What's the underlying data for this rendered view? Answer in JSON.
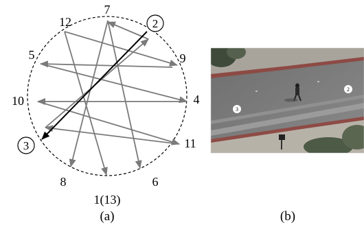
{
  "figure": {
    "diagram": {
      "caption": "(a)",
      "node_labels": [
        "1(13)",
        "2",
        "3",
        "4",
        "5",
        "6",
        "7",
        "8",
        "9",
        "10",
        "11",
        "12"
      ],
      "circled_nodes": [
        "2",
        "3"
      ],
      "highlight_arrow": {
        "from": "2",
        "to": "3",
        "color": "#000000"
      },
      "arrow_color": "#7a7a7a"
    },
    "photo": {
      "caption": "(b)",
      "markers": [
        "3",
        "2"
      ]
    }
  }
}
